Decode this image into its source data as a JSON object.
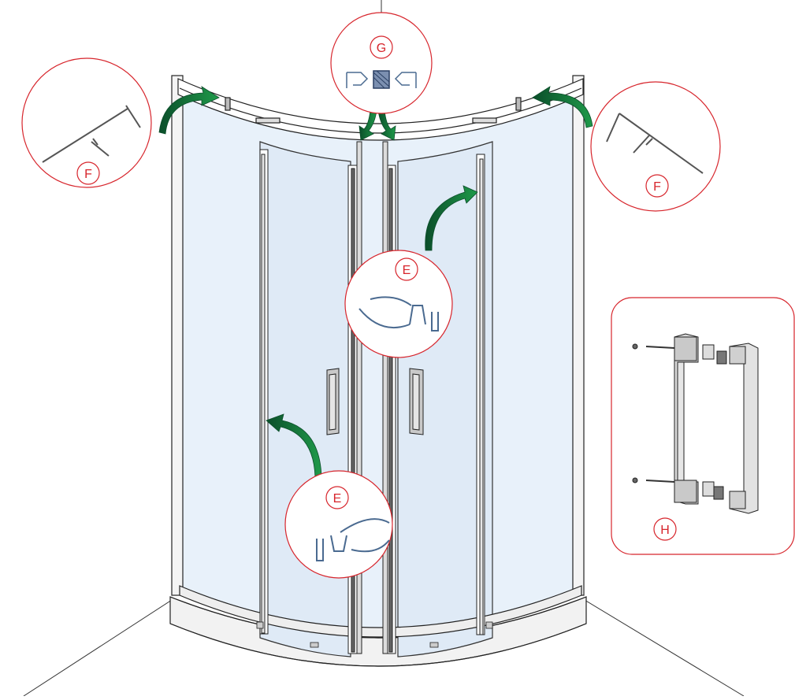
{
  "labels": {
    "f_left": "F",
    "f_right": "F",
    "g": "G",
    "e_upper": "E",
    "e_lower": "E",
    "h": "H"
  },
  "colors": {
    "callout_red": "#d7252c",
    "arrow_green": "#1f9a4a",
    "arrow_dark": "#0b4e2a",
    "glass_blue": "#e8f1fa",
    "frame_grey": "#dcdcdc",
    "line_dark": "#222222",
    "handle_grey": "#c9c9c9"
  }
}
